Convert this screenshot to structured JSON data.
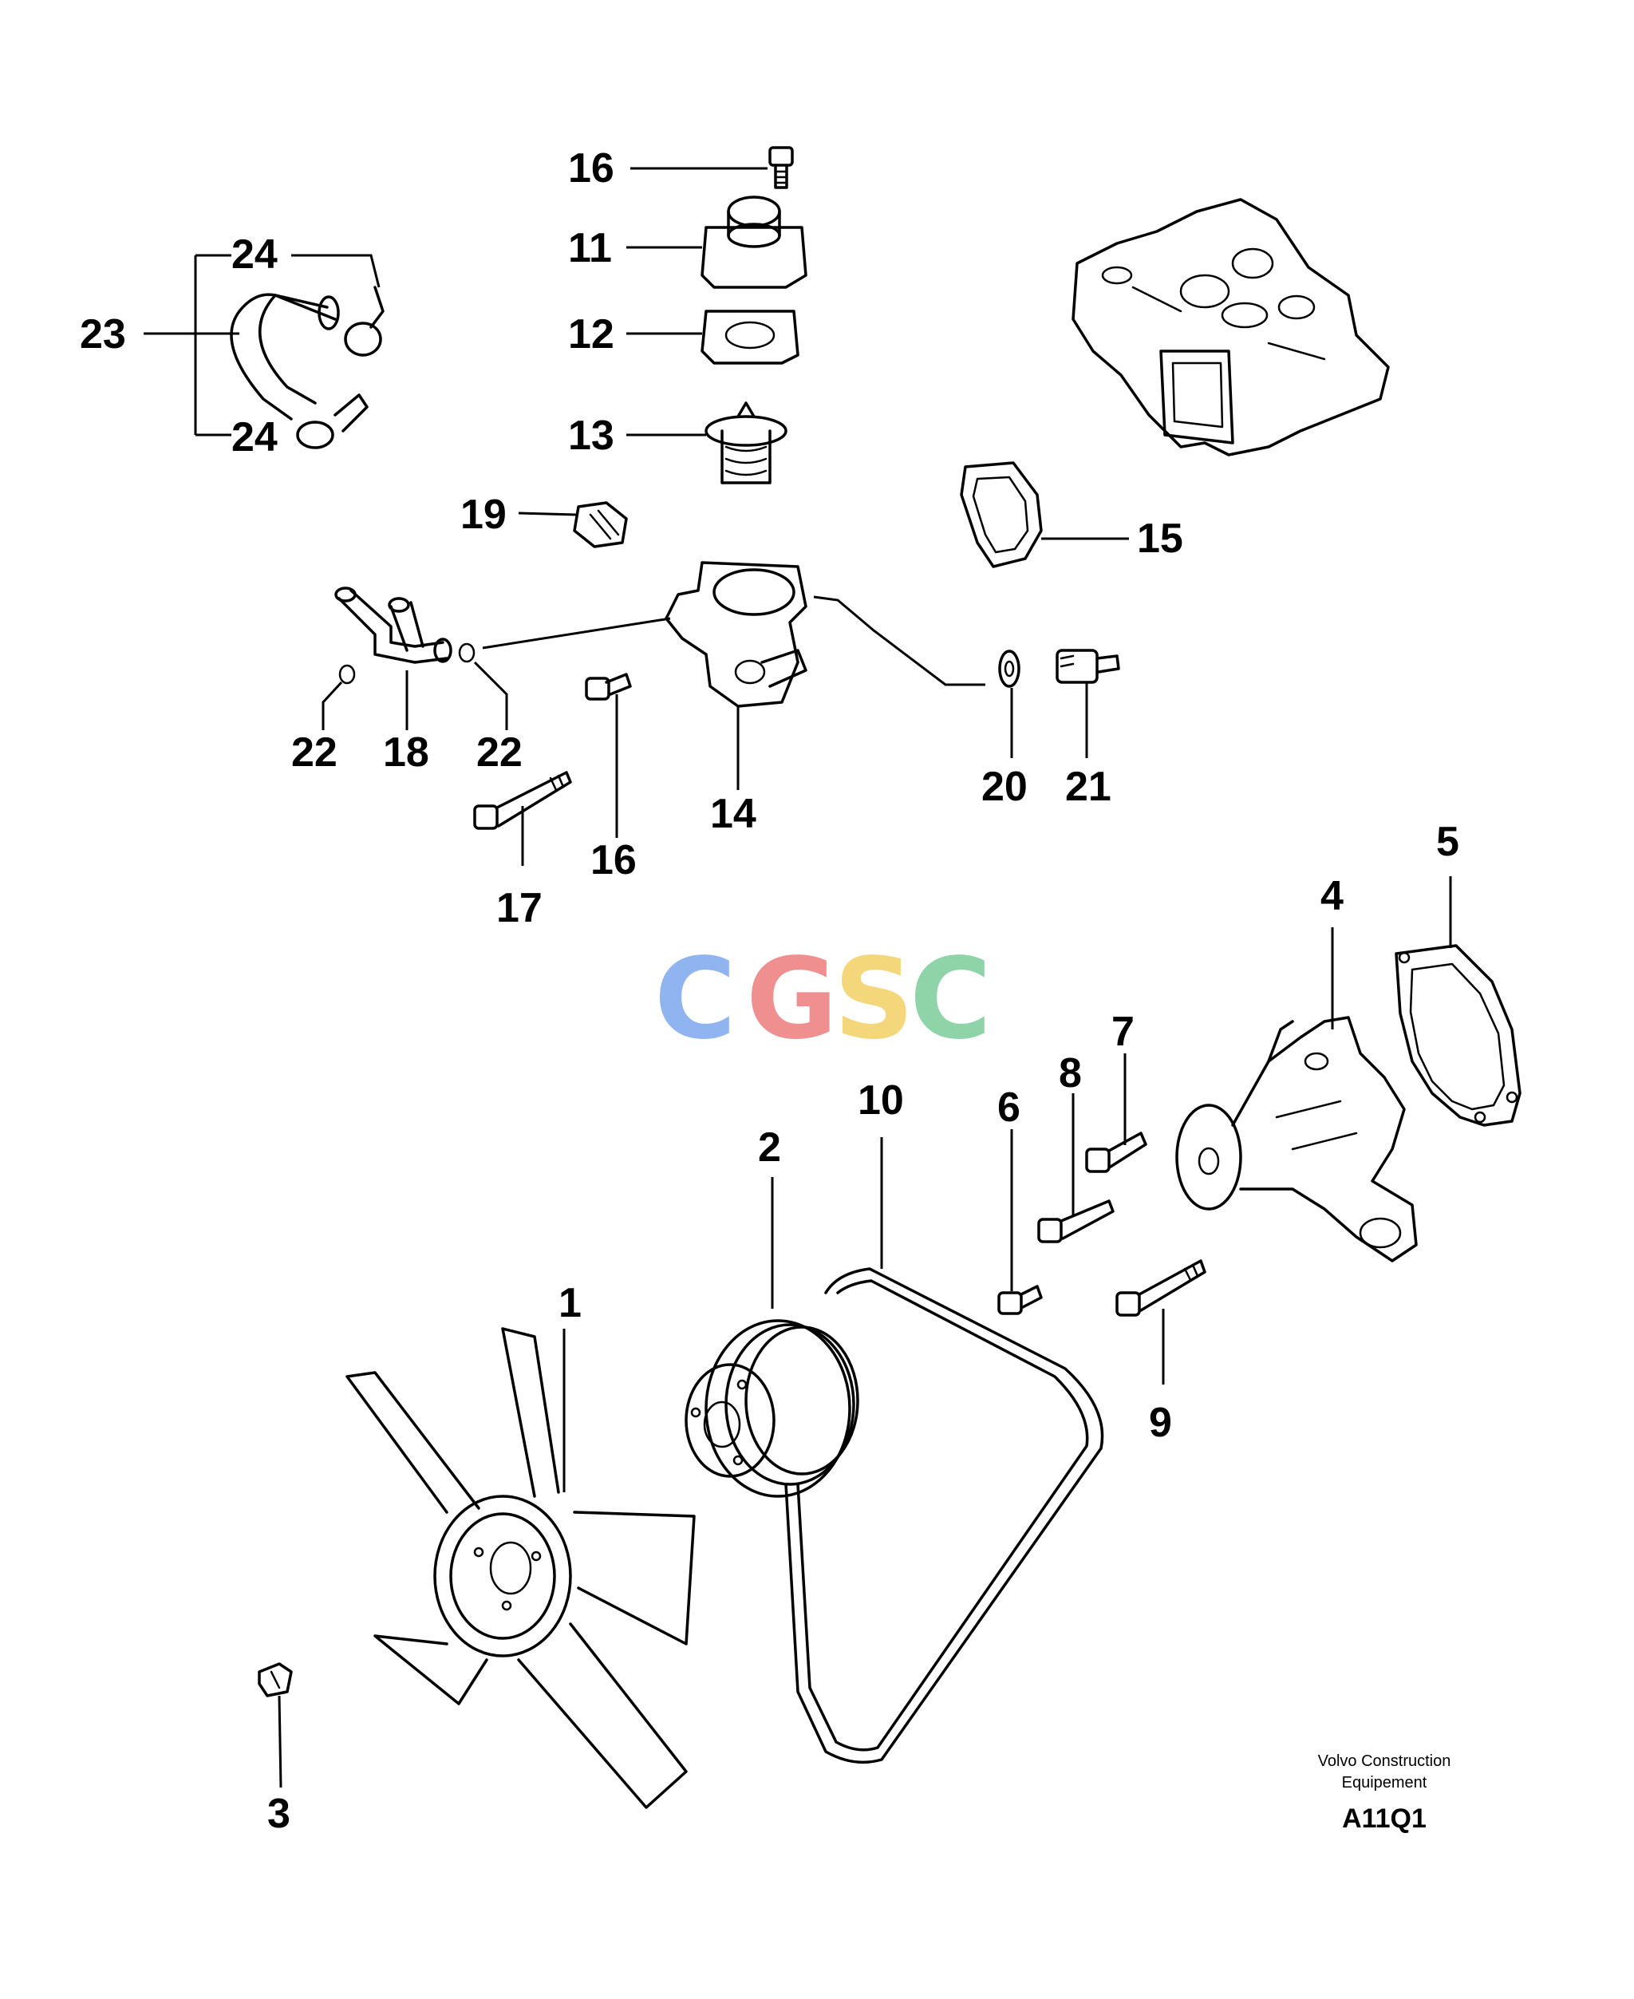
{
  "callouts": {
    "c1": "1",
    "c2": "2",
    "c3": "3",
    "c4": "4",
    "c5": "5",
    "c6": "6",
    "c7": "7",
    "c8": "8",
    "c9": "9",
    "c10": "10",
    "c11": "11",
    "c12": "12",
    "c13": "13",
    "c14": "14",
    "c15": "15",
    "c16a": "16",
    "c16b": "16",
    "c17": "17",
    "c18": "18",
    "c19": "19",
    "c20": "20",
    "c21": "21",
    "c22a": "22",
    "c22b": "22",
    "c23": "23",
    "c24a": "24",
    "c24b": "24"
  },
  "watermark": {
    "letters": [
      "C",
      "G",
      "S",
      "C"
    ],
    "colors": [
      "#8fb4f0",
      "#f08f8f",
      "#f3d77a",
      "#8fd3a8"
    ]
  },
  "caption": {
    "line1": "Volvo Construction",
    "line2": "Equipement",
    "code": "A11Q1"
  }
}
